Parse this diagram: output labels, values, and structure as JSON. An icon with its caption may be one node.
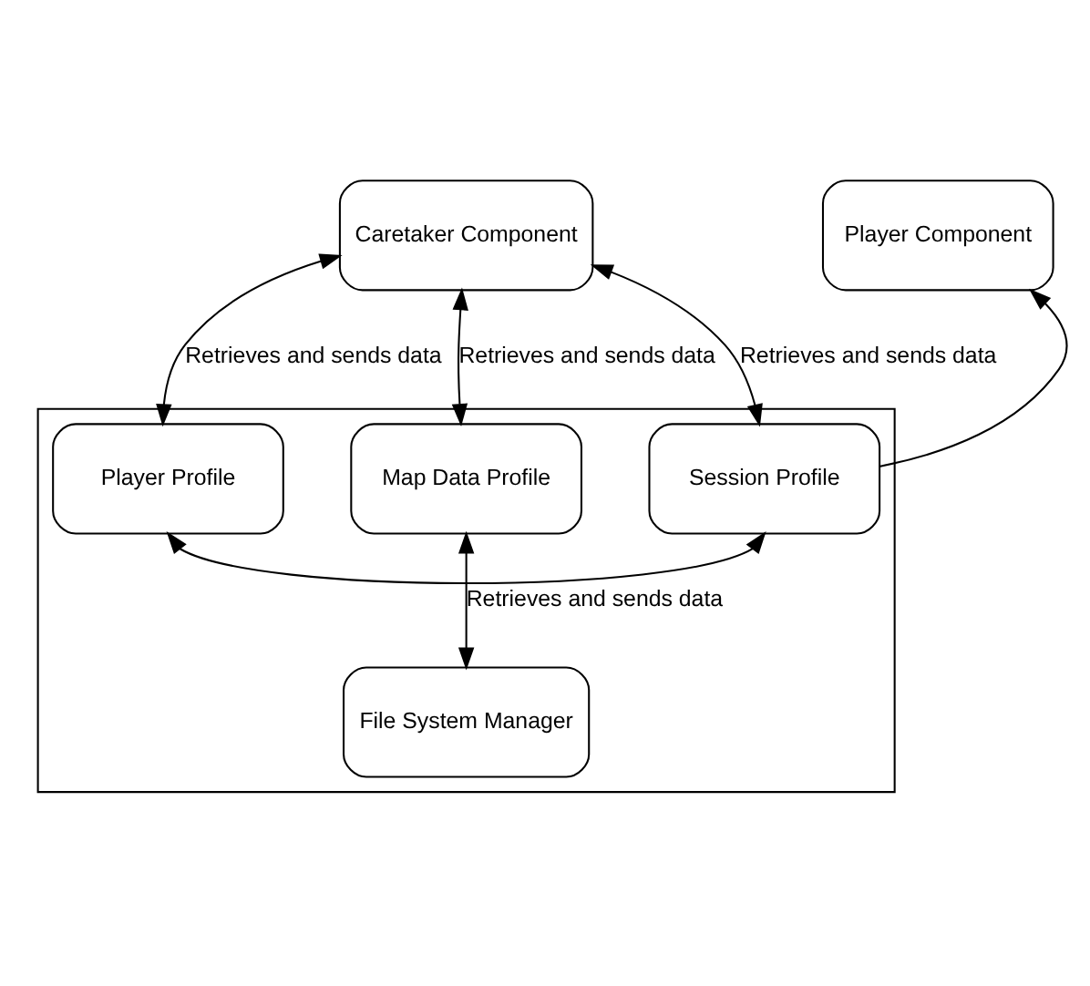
{
  "diagram": {
    "nodes": [
      {
        "text": [
          "Caretaker Component"
        ]
      },
      {
        "text": [
          "Player Component"
        ]
      },
      {
        "text": [],
        "shape": "box"
      },
      {
        "text": [
          "Player Profile"
        ],
        "in": 2
      },
      {
        "text": [
          "Map Data Profile"
        ],
        "in": 2
      },
      {
        "text": [
          "Session Profile"
        ],
        "in": 2
      },
      {
        "text": [
          "File System Manager"
        ],
        "in": 2
      }
    ],
    "edges": [
      {
        "from": 0,
        "to": 3,
        "arrow": "both",
        "label": "Retrieves and sends data"
      },
      {
        "from": 0,
        "to": 4,
        "arrow": "both",
        "label": "Retrieves and sends data"
      },
      {
        "from": 0,
        "to": 5,
        "arrow": "both",
        "label": "Retrieves and sends data"
      },
      {
        "from": 5,
        "to": 1,
        "arrow": "to"
      },
      {
        "from": 3,
        "to": 5,
        "arrow": "both"
      },
      {
        "from": 4,
        "to": 6,
        "arrow": "both",
        "label": "Retrieves and sends data"
      }
    ]
  }
}
